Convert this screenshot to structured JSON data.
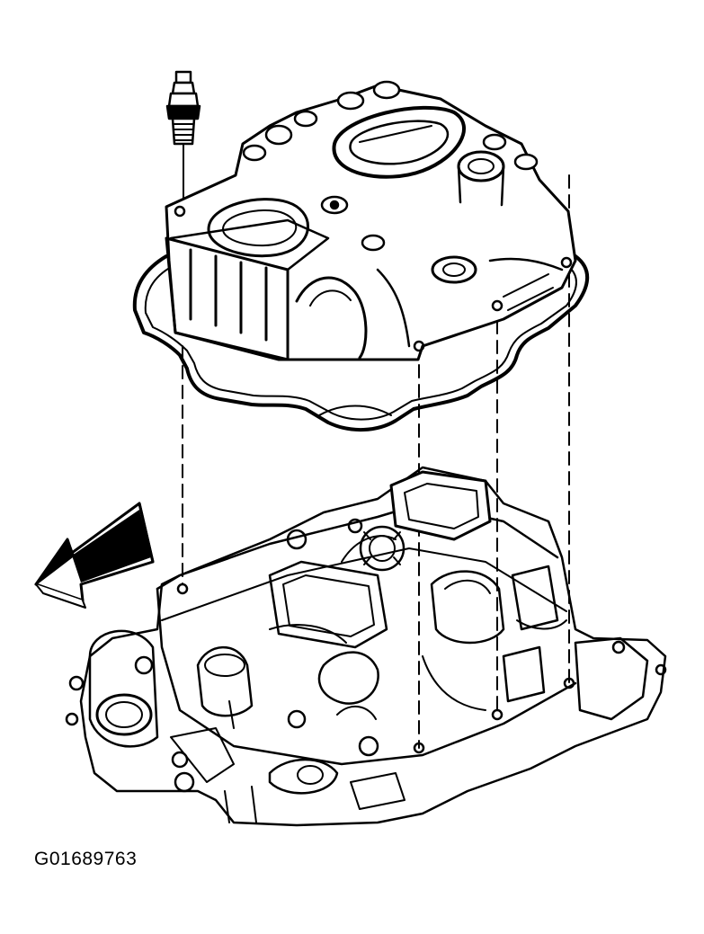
{
  "figure": {
    "id_label": "G01689763",
    "ink_color": "#000000",
    "paper_color": "#ffffff"
  },
  "parts": {
    "bolt": "bolt-icon",
    "upper_manifold": "upper-intake-manifold",
    "gasket": "manifold-gasket",
    "lower_manifold": "lower-intake-manifold",
    "direction_arrow": "front-direction-arrow-icon"
  }
}
